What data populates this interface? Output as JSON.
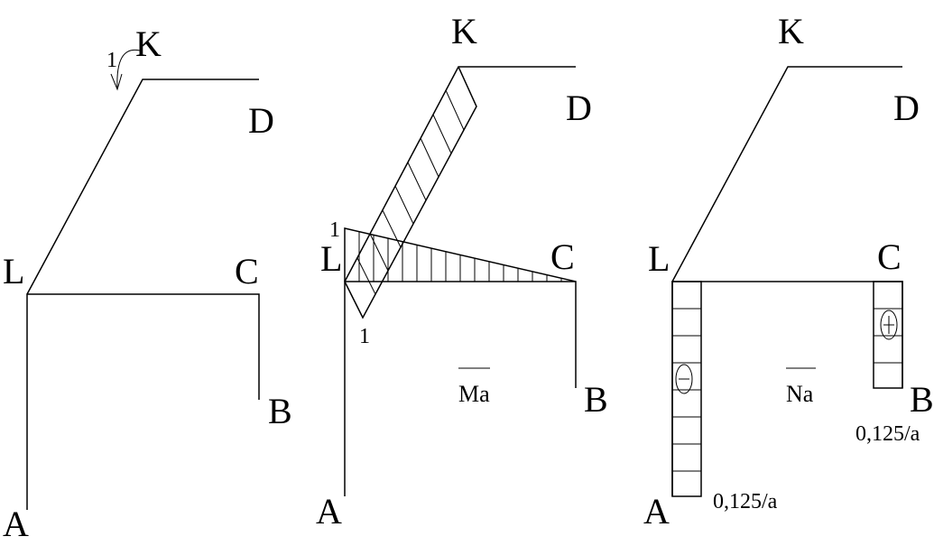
{
  "diagram_1": {
    "labels": {
      "K": "K",
      "D": "D",
      "L": "L",
      "C": "C",
      "B": "B",
      "A": "A"
    },
    "moment_label": "1"
  },
  "diagram_2": {
    "labels": {
      "K": "K",
      "D": "D",
      "L": "L",
      "C": "C",
      "B": "B",
      "A": "A"
    },
    "value_top": "1",
    "value_bottom": "1",
    "title": "Ma"
  },
  "diagram_3": {
    "labels": {
      "K": "K",
      "D": "D",
      "L": "L",
      "C": "C",
      "B": "B",
      "A": "A"
    },
    "title": "Na",
    "value_left": "0,125/a",
    "value_right": "0,125/a",
    "sign_left": "−",
    "sign_right": "+"
  }
}
